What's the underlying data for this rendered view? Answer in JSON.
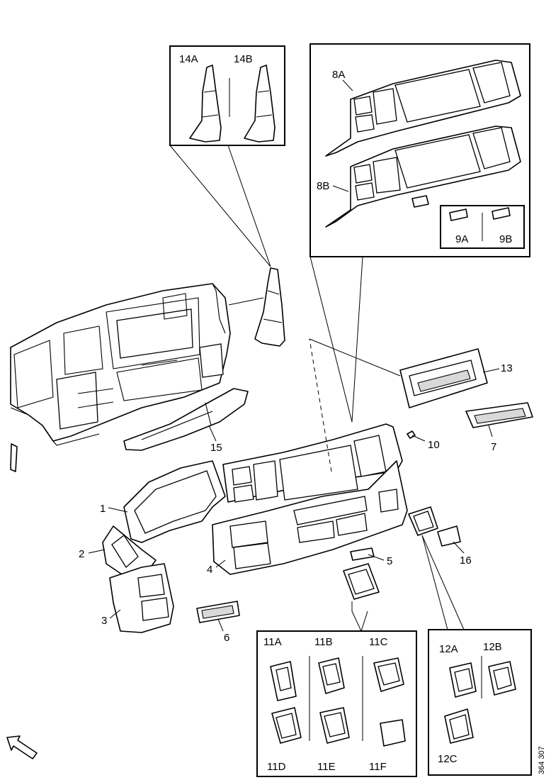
{
  "labels": {
    "l1": "1",
    "l2": "2",
    "l3": "3",
    "l4": "4",
    "l5": "5",
    "l6": "6",
    "l7": "7",
    "l8A": "8A",
    "l8B": "8B",
    "l9A": "9A",
    "l9B": "9B",
    "l10": "10",
    "l11A": "11A",
    "l11B": "11B",
    "l11C": "11C",
    "l11D": "11D",
    "l11E": "11E",
    "l11F": "11F",
    "l12A": "12A",
    "l12B": "12B",
    "l12C": "12C",
    "l13": "13",
    "l14A": "14A",
    "l14B": "14B",
    "l15": "15",
    "l16": "16"
  },
  "reference": "364 307",
  "icons": {
    "orientation": "arrow-icon"
  }
}
